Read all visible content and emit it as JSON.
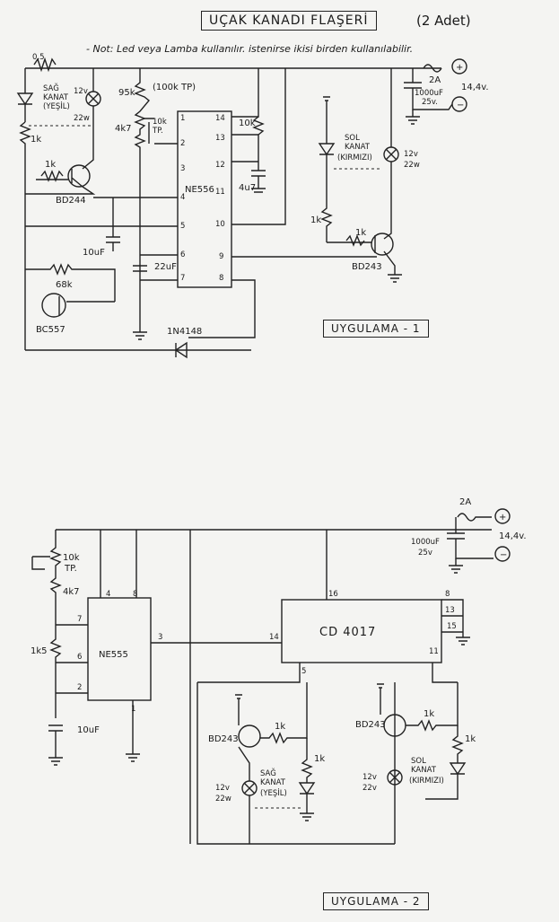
{
  "title": "UÇAK KANADI FLAŞERİ",
  "count_note": "(2 Adet)",
  "note": "- Not: Led veya Lamba kullanılır. istenirse ikisi birden kullanılabilir.",
  "circuit1": {
    "label": "UYGULAMA - 1",
    "supply_fuse": "2A",
    "supply_voltage": "14,4v.",
    "supply_cap": "1000uF",
    "supply_cap_v": "25v.",
    "r_top": "0,5",
    "right_wing": [
      "SAĞ",
      "KANAT",
      "(YEŞİL)"
    ],
    "lamp_right": [
      "12v",
      "22w"
    ],
    "r_1k_a": "1k",
    "r_1k_b": "1k",
    "t1": "BD244",
    "r_95k": "95k",
    "pot_100k": "(100k TP)",
    "r_4k7": "4k7",
    "pot_10k": [
      "10k",
      "TP."
    ],
    "ic": "NE556",
    "pins_left": [
      "1",
      "2",
      "3",
      "4",
      "5",
      "6",
      "7"
    ],
    "pins_right": [
      "14",
      "13",
      "12",
      "11",
      "10",
      "9",
      "8"
    ],
    "r_10k": "10k",
    "c_4u7": "4u7",
    "c_10uf": "10uF",
    "c_22uf": "22uF",
    "r_68k": "68k",
    "t_bc": "BC557",
    "diode": "1N4148",
    "left_wing": [
      "SOL",
      "KANAT",
      "(KIRMIZI)"
    ],
    "lamp_left": [
      "12v",
      "22w"
    ],
    "r_1k_c": "1k",
    "r_1k_d": "1k",
    "t2": "BD243"
  },
  "circuit2": {
    "label": "UYGULAMA - 2",
    "supply_fuse": "2A",
    "supply_voltage": "14,4v.",
    "supply_cap": "1000uF",
    "supply_cap_v": "25v",
    "pot": [
      "10k",
      "TP."
    ],
    "r_4k7": "4k7",
    "r_1k5": "1k5",
    "cap": "10uF",
    "ic1": "NE555",
    "ic1_pins": [
      "4",
      "8",
      "7",
      "6",
      "2",
      "1",
      "3"
    ],
    "ic2": "CD 4017",
    "ic2_pins": [
      "16",
      "8",
      "13",
      "15",
      "14",
      "5",
      "11"
    ],
    "t_left": "BD243",
    "t_right": "BD243",
    "r_left_1": "1k",
    "r_left_2": "1k",
    "r_right_1": "1k",
    "r_right_2": "1k",
    "right_wing": [
      "SAĞ",
      "KANAT",
      "(YEŞİL)"
    ],
    "left_wing": [
      "SOL",
      "KANAT",
      "(KIRMIZI)"
    ],
    "lamp_a": [
      "12v",
      "22w"
    ],
    "lamp_b": [
      "12v",
      "22v"
    ]
  }
}
